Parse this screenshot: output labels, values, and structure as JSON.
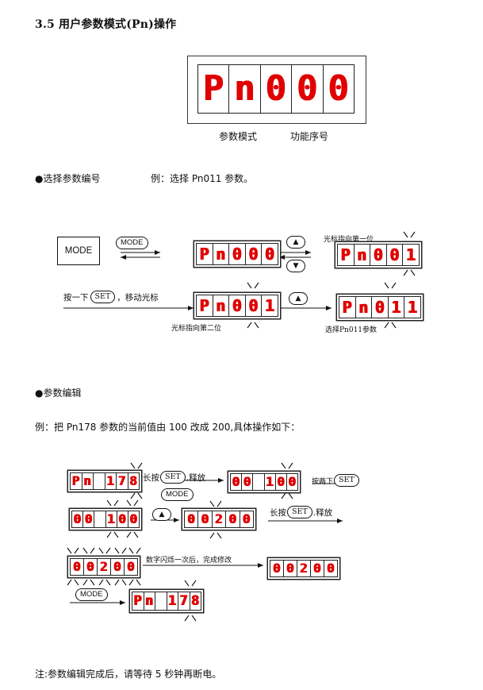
{
  "section_title": "3.5 用户参数模式(Pn)操作",
  "main_display": {
    "digits": [
      "P",
      "n",
      "0",
      "0",
      "0"
    ]
  },
  "caption_left": "参数模式",
  "caption_right": "功能序号",
  "select_heading": "●选择参数编号",
  "select_example": "例：选择 Pn011 参数。",
  "diagram1": {
    "mode_box": "MODE",
    "mode_key": "MODE",
    "set_key": "SET",
    "press_once_prefix": "按一下",
    "press_once_suffix": "，移动光标",
    "cursor_first": "光标指向第一位",
    "cursor_second": "光标指向第二位",
    "select_pn011": "选择Pn011参数",
    "disp_a": [
      "P",
      "n",
      "0",
      "0",
      "0"
    ],
    "disp_b": [
      "P",
      "n",
      "0",
      "0",
      "1"
    ],
    "disp_c": [
      "P",
      "n",
      "0",
      "0",
      "1"
    ],
    "disp_d": [
      "P",
      "n",
      "0",
      "1",
      "1"
    ],
    "up_icon": "▲",
    "down_icon": "▼"
  },
  "edit_heading": "●参数编辑",
  "edit_example": "例：把 Pn178 参数的当前值由 100 改成 200,具体操作如下：",
  "diagram2": {
    "long_press_prefix": "长按",
    "long_press_suffix": ".释放",
    "set_key": "SET",
    "mode_key": "MODE",
    "press_twice": "按两下",
    "blink_text": "数字闪烁一次后，完成修改",
    "disp_1": [
      "P",
      "n",
      "",
      "1",
      "7",
      "8"
    ],
    "disp_2": [
      "0",
      "0",
      "",
      "1",
      "0",
      "0"
    ],
    "disp_3": [
      "0",
      "0",
      "",
      "1",
      "0",
      "0"
    ],
    "disp_4": [
      "0",
      "0",
      "2",
      "0",
      "0"
    ],
    "disp_5": [
      "0",
      "0",
      "2",
      "0",
      "0"
    ],
    "disp_6": [
      "0",
      "0",
      "2",
      "0",
      "0"
    ],
    "disp_7": [
      "P",
      "n",
      "",
      "1",
      "7",
      "8"
    ],
    "up_icon": "▲"
  },
  "note": "注:参数编辑完成后，请等待 5 秒钟再断电。"
}
